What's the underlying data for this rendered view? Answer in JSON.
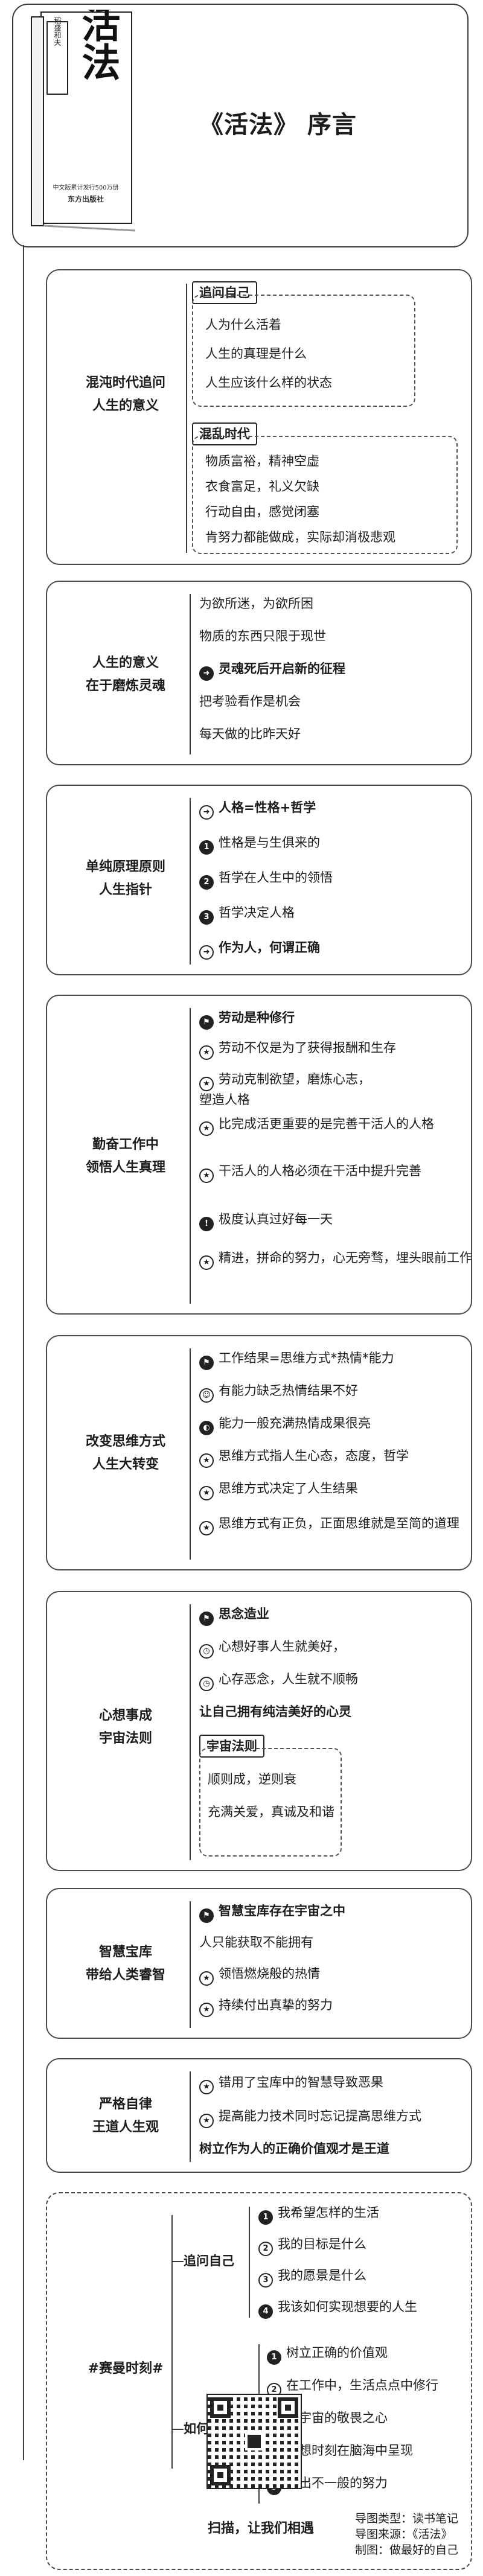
{
  "header": {
    "title": "《活法》 序言",
    "book": {
      "title": "活法",
      "vertical_title": "活法",
      "series": "稻盛和夫",
      "subtitle": "中文版累计发行500万册",
      "publisher": "东方出版社"
    }
  },
  "sections": [
    {
      "label": [
        "混沌时代追问",
        "人生的意义"
      ],
      "groups": [
        {
          "tag": "追问自己",
          "items": [
            "人为什么活着",
            "人生的真理是什么",
            "人生应该什么样的状态"
          ]
        },
        {
          "tag": "混乱时代",
          "items": [
            "物质富裕，精神空虚",
            "衣食富足，礼义欠缺",
            "行动自由，感觉闭塞",
            "肯努力都能做成，实际却消极悲观"
          ]
        }
      ]
    },
    {
      "label": [
        "人生的意义",
        "在于磨炼灵魂"
      ],
      "items": [
        "为欲所迷，为欲所困",
        "物质的东西只限于现世",
        "灵魂死后开启新的征程",
        "把考验看作是机会",
        "每天做的比昨天好"
      ]
    },
    {
      "label": [
        "单纯原理原则",
        "人生指针"
      ],
      "items": [
        "人格=性格+哲学",
        "性格是与生俱来的",
        "哲学在人生中的领悟",
        "哲学决定人格",
        "作为人，何谓正确"
      ]
    },
    {
      "label": [
        "勤奋工作中",
        "领悟人生真理"
      ],
      "items": [
        "劳动是种修行",
        "劳动不仅是为了获得报酬和生存",
        "劳动克制欲望，磨炼心志，塑造人格",
        "比完成活更重要的是完善干活人的人格",
        "干活人的人格必须在干活中提升完善",
        "极度认真过好每一天",
        "精进，拼命的努力，心无旁骛，埋头眼前工作"
      ]
    },
    {
      "label": [
        "改变思维方式",
        "人生大转变"
      ],
      "items": [
        "工作结果=思维方式*热情*能力",
        "有能力缺乏热情结果不好",
        "能力一般充满热情成果很亮",
        "思维方式指人生心态，态度，哲学",
        "思维方式决定了人生结果",
        "思维方式有正负，正面思维就是至简的道理"
      ]
    },
    {
      "label": [
        "心想事成",
        "宇宙法则"
      ],
      "items": [
        "思念造业",
        "心想好事人生就美好，",
        "心存恶念，人生就不顺畅",
        "让自己拥有纯洁美好的心灵"
      ],
      "group": {
        "tag": "宇宙法则",
        "items": [
          "顺则成，逆则衰",
          "充满关爱，真诚及和谐"
        ]
      }
    },
    {
      "label": [
        "智慧宝库",
        "带给人类睿智"
      ],
      "items": [
        "智慧宝库存在宇宙之中",
        "人只能获取不能拥有",
        "领悟燃烧般的热情",
        "持续付出真挚的努力"
      ]
    },
    {
      "label": [
        "严格自律",
        "王道人生观"
      ],
      "items": [
        "错用了宝库中的智慧导致恶果",
        "提高能力技术同时忘记提高思维方式",
        "树立作为人的正确价值观才是王道"
      ]
    },
    {
      "label": [
        "#赛曼时刻#"
      ],
      "groups": [
        {
          "tag": "追问自己",
          "items": [
            "我希望怎样的生活",
            "我的目标是什么",
            "我的愿景是什么",
            "我该如何实现想要的人生"
          ]
        },
        {
          "tag": "如何做去做",
          "items": [
            "树立正确的价值观",
            "在工作中，生活点点中修行",
            "对宇宙的敬畏之心",
            "理想时刻在脑海中呈现",
            "付出不一般的努力"
          ]
        }
      ],
      "qr_caption": "扫描，让我们相遇",
      "meta": [
        "导图类型：读书笔记",
        "导图来源：《活法》",
        "制图：做最好的自己"
      ]
    }
  ],
  "colors": {
    "line": "#3a3a3a",
    "text": "#1c1c1c",
    "background": "#ffffff"
  }
}
